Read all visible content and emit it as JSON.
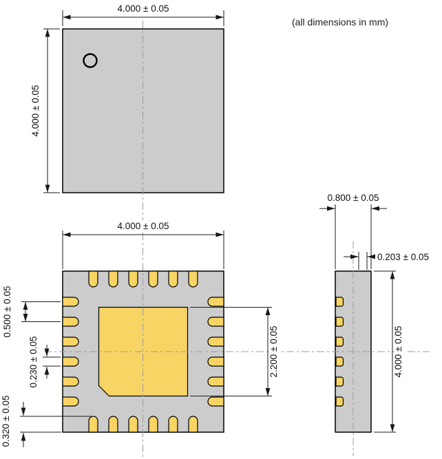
{
  "note": "(all dimensions in mm)",
  "colors": {
    "body": "#cccccc",
    "pad": "#f7d464",
    "line": "#1a1a1a",
    "centerline": "#9b9b9b"
  },
  "top_view": {
    "width": "4.000 ± 0.05",
    "height": "4.000 ± 0.05"
  },
  "bottom_view": {
    "width": "4.000 ± 0.05",
    "pad_pitch": "0.500 ± 0.05",
    "pad_width": "0.230 ± 0.05",
    "pad_length": "0.320 ± 0.05",
    "exposed_pad": "2.200 ± 0.05"
  },
  "side_view": {
    "thickness": "0.800 ± 0.05",
    "lead_thickness": "0.203 ± 0.05",
    "height": "4.000 ± 0.05"
  }
}
